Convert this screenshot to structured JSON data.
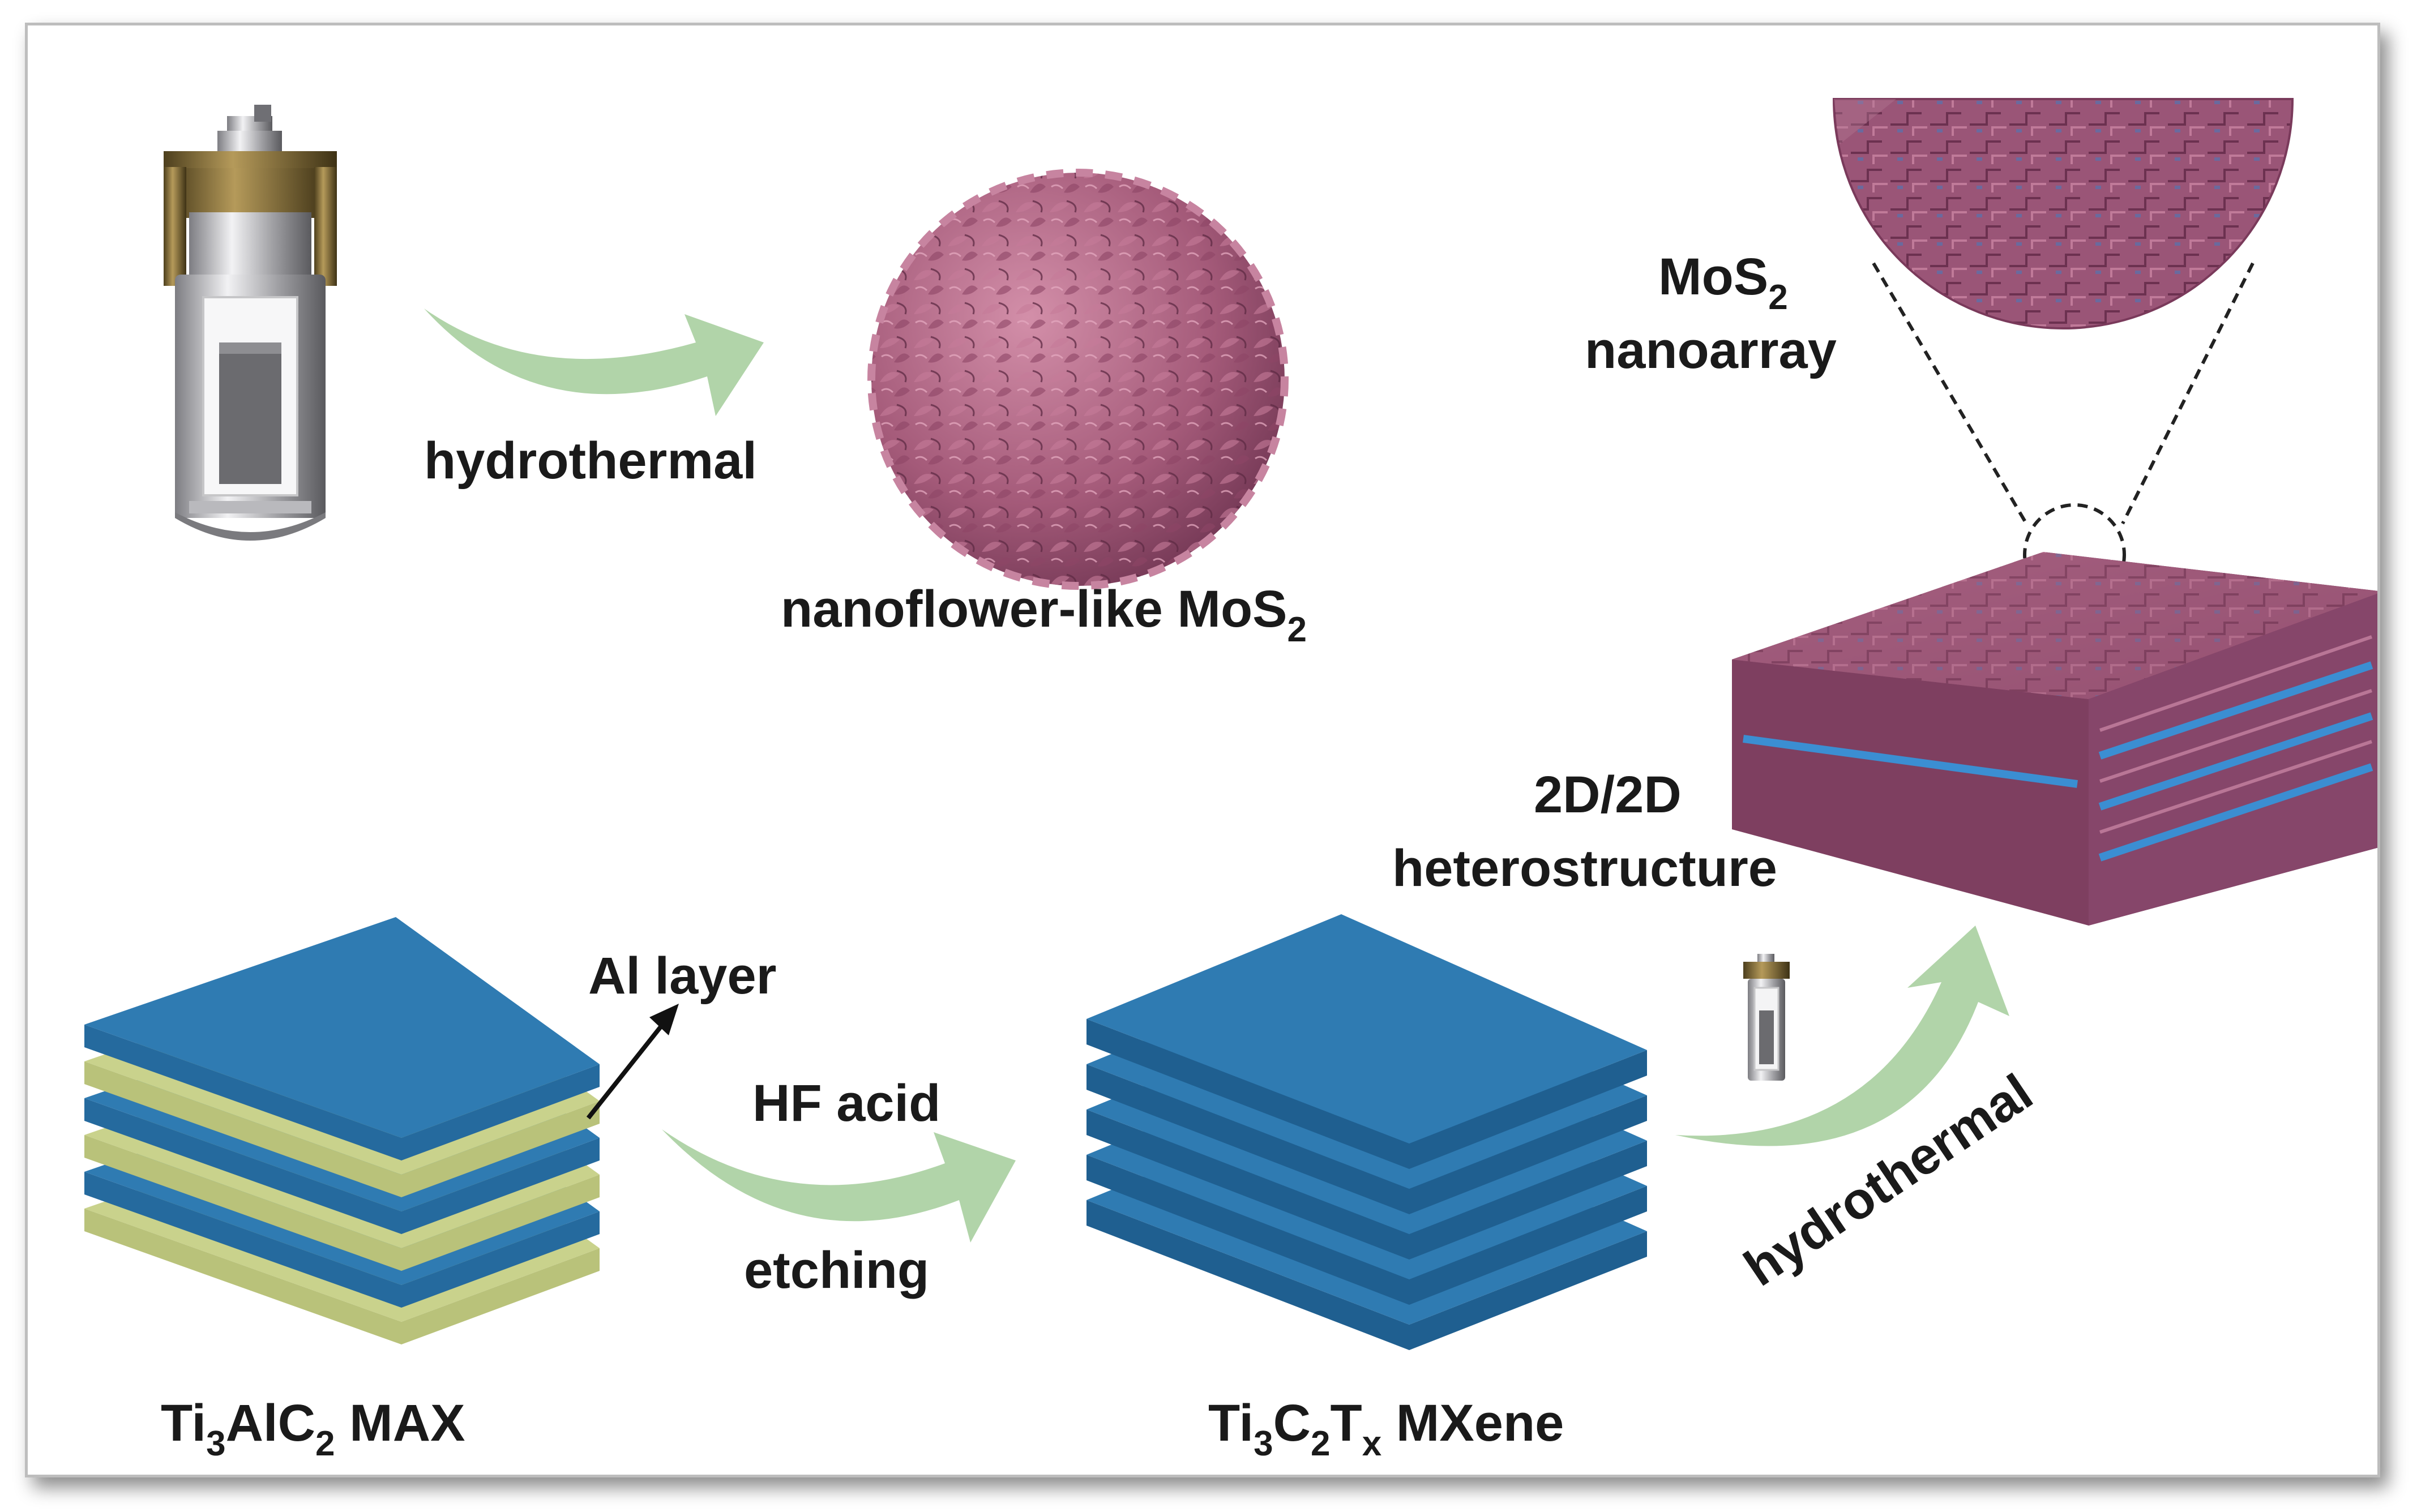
{
  "labels": {
    "hydrothermal_top": "hydrothermal",
    "nanoflower_main": "nanoflower-like MoS",
    "nanoflower_sub": "2",
    "nanoarray_line1_main": "MoS",
    "nanoarray_line1_sub": "2",
    "nanoarray_line2": "nanoarray",
    "hetero_line1": "2D/2D",
    "hetero_line2": "heterostructure",
    "al_layer": "Al layer",
    "hf_acid": "HF acid",
    "etching": "etching",
    "hydrothermal_bottom": "hydrothermal",
    "max_ti": "Ti",
    "max_ti_sub": "3",
    "max_alc": "AlC",
    "max_c_sub": "2",
    "max_rest": " MAX",
    "mxene_ti": "Ti",
    "mxene_ti_sub": "3",
    "mxene_c": "C",
    "mxene_c_sub": "2",
    "mxene_t": "T",
    "mxene_t_sub": "x",
    "mxene_rest": " MXene"
  },
  "colors": {
    "arrow": "#a8cfa0",
    "mxene_blue": "#2f7bb2",
    "al_yellow": "#c9d28c",
    "mos2_pink": "#a9607e",
    "autoclave_metal": "#9c9ca0",
    "autoclave_gold": "#8a7238"
  },
  "icons": [
    "autoclave-icon",
    "nanoflower-sphere",
    "mos2-nanoarray-zoom",
    "heterostructure-block",
    "max-layer-stack",
    "mxene-layer-stack",
    "small-autoclave-icon"
  ]
}
